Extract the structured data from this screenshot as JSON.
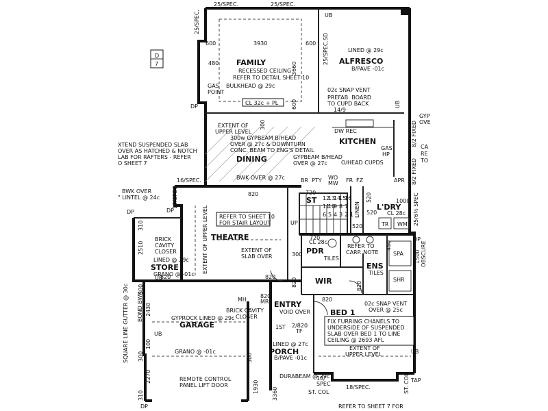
{
  "rooms": {
    "family": "FAMILY",
    "alfresco": "ALFRESCO",
    "kitchen": "KITCHEN",
    "dining": "DINING",
    "theatre": "THEATRE",
    "garage": "GARAGE",
    "entry": "ENTRY",
    "porch": "PORCH",
    "bed1": "BED 1",
    "ens": "ENS",
    "ldry": "L'DRY",
    "pdr": "PDR",
    "store": "STORE",
    "wir": "WIR",
    "st": "ST"
  },
  "notes": {
    "spec_top_left": "25/SPEC.",
    "spec_top_mid": "25/SPEC.",
    "spec_vert_left": "25/SPEC.",
    "spec_vert_mid": "25/SPEC.SD",
    "ub_top": "UB",
    "ub_alfresco": "UB",
    "d7_top": "D",
    "d7_bottom": "7",
    "family_ceiling_1": "RECESSED CEILING",
    "family_ceiling_2": "REFER TO DETAIL SHEET 10",
    "gas_point_1": "GAS",
    "gas_point_2": "POINT",
    "bulkhead": "BULKHEAD @ 29c",
    "cl": "CL 32c + PL",
    "alfresco_lined": "LINED @ 29c",
    "alfresco_pave": "B/PAVE -01c",
    "snap_vent_top": "02c SNAP VENT",
    "prefab_1": "PREFAB. BOARD",
    "prefab_2": "TO CUPD BACK",
    "prefab_3": "14/9",
    "dw_rec": "DW REC",
    "gas_hp_1": "GAS",
    "gas_hp_2": "HP",
    "ohead": "O/HEAD CUPDS",
    "gyp_right_1": "GYP",
    "gyp_right_2": "OVE",
    "fixed_1": "8/2 FIXED",
    "fixed_2": "8/2 FIXED",
    "ca_1": "CA",
    "ca_2": "RE",
    "ca_3": "TO",
    "extent_upper_1": "EXTENT OF",
    "extent_upper_2": "UPPER LEVEL",
    "gypbeam_1": "300w GYPBEAM B/HEAD",
    "gypbeam_2": "OVER @ 27c & DOWNTURN",
    "gypbeam_3": "CONC. BEAM TO ENG'S DETAIL",
    "gypbeam_4": "GYPBEAM B/HEAD",
    "gypbeam_5": "OVER @ 27c",
    "slab_1": "XTEND SUSPENDED SLAB",
    "slab_2": "OVER AS HATCHED & NOTCH",
    "slab_3": "LAB FOR RAFTERS - REFER",
    "slab_4": "O SHEET 7",
    "bwk_over_1": "BWK OVER @ 27c",
    "bwk_over_2": "BWK OVER",
    "bwk_over_3": "\" LINTEL @ 24c",
    "spec_16a": "16/SPEC.",
    "spec_16b": "16/SPEC.",
    "br": "BR",
    "pty": "PTY",
    "wo": "WO",
    "mw": "MW",
    "fr": "FR",
    "fz": "FZ",
    "apr": "APR",
    "stair_ref_1": "REFER TO SHEET 10",
    "stair_ref_2": "FOR STAIR LAYOUT",
    "up": "UP",
    "extent_upper_vert": "EXTENT OF UPPER LEVEL",
    "theatre_slab_1": "EXTENT OF",
    "theatre_slab_2": "SLAB OVER",
    "linen": "LINEN",
    "cl_28c_a": "CL 28c",
    "cl_28c_b": "CL 28c",
    "tr": "TR",
    "wm": "WM",
    "ldry_spec": "25/6½ SPEC",
    "dp_right": "DP",
    "spa": "SPA",
    "shr": "SHR",
    "obscure_1": "1500",
    "obscure_2": "OBSCURE",
    "ref_carp_1": "REFER TO",
    "ref_carp_2": "CARP. NOTE",
    "tiles_a": "TILES",
    "tiles_b": "TILES",
    "brick_cav_1": "BRICK",
    "brick_cav_2": "CAVITY",
    "brick_cav_3": "CLOSER",
    "store_lined": "LINED @ 29c",
    "store_grano": "GRANO @ -01c",
    "gutter": "SQUARE LINE GUTTER @ 30c",
    "bond_bwk": "BOND BWK",
    "mh": "MH",
    "mr": "MR",
    "entry_void": "VOID OVER",
    "brick_cav_4": "BRICK CAVITY",
    "brick_cav_5": "CLOSER",
    "garage_gyp": "GYPROCK LINED @ 29c",
    "ub_garage": "UB",
    "garage_grano": "GRANO @ -01c",
    "remote_1": "REMOTE CONTROL",
    "remote_2": "PANEL LIFT DOOR",
    "first_st": "1ST",
    "tf": "TF",
    "porch_lined": "LINED @ 27c",
    "porch_pave": "B/PAVE -01c",
    "durabeam": "DURABEAM @ 29c",
    "bed_vent_1": "02c SNAP VENT",
    "bed_vent_2": "OVER @ 25c",
    "furring_1": "FIX FURRING CHANELS TO",
    "furring_2": "UNDERSIDE OF SUSPENDED",
    "furring_3": "SLAB OVER BED 1 TO LINE",
    "furring_4": "CEILING @ 2693 AFL",
    "bed_extent_1": "EXTENT OF",
    "bed_extent_2": "UPPER LEVEL",
    "spec_18": "18/SPEC.",
    "spec_18b": "18/",
    "spec_18c": "SPEC",
    "st_col_1": "ST. COL",
    "st_col_2": "ST. COL",
    "tap": "TAP",
    "refer_bottom": "REFER TO SHEET 7 FOR",
    "dp_a": "DP",
    "dp_b": "DP",
    "dp_c": "DP",
    "dp_d": "DP",
    "ub_b": "UB",
    "ub_c": "UB"
  },
  "dims": {
    "d3930": "3930",
    "d600a": "600",
    "d600b": "600",
    "d600c": "600",
    "d480": "480",
    "d3660": "3660",
    "d300": "300",
    "d820a": "820",
    "d820b": "820",
    "d820c": "820",
    "d820d": "820",
    "d820e": "820",
    "d820f": "820",
    "d820g": "820",
    "d720a": "720",
    "d720b": "720",
    "d1000": "1000",
    "d520a": "520",
    "d520b": "520",
    "d520c": "520",
    "d450": "450",
    "d300b": "300",
    "d300c": "300",
    "d300d": "300",
    "d300e": "300",
    "d310a": "310",
    "d310b": "310",
    "d2510": "2510",
    "d2430": "2430",
    "d100": "100",
    "d2270": "2270",
    "d1930": "1930",
    "d3360": "3360",
    "d720c": "2/820",
    "stair_nums": [
      "12",
      "13",
      "14",
      "15",
      "16",
      "11",
      "10",
      "9",
      "8",
      "7",
      "6",
      "5",
      "4",
      "3",
      "2",
      "1"
    ]
  }
}
